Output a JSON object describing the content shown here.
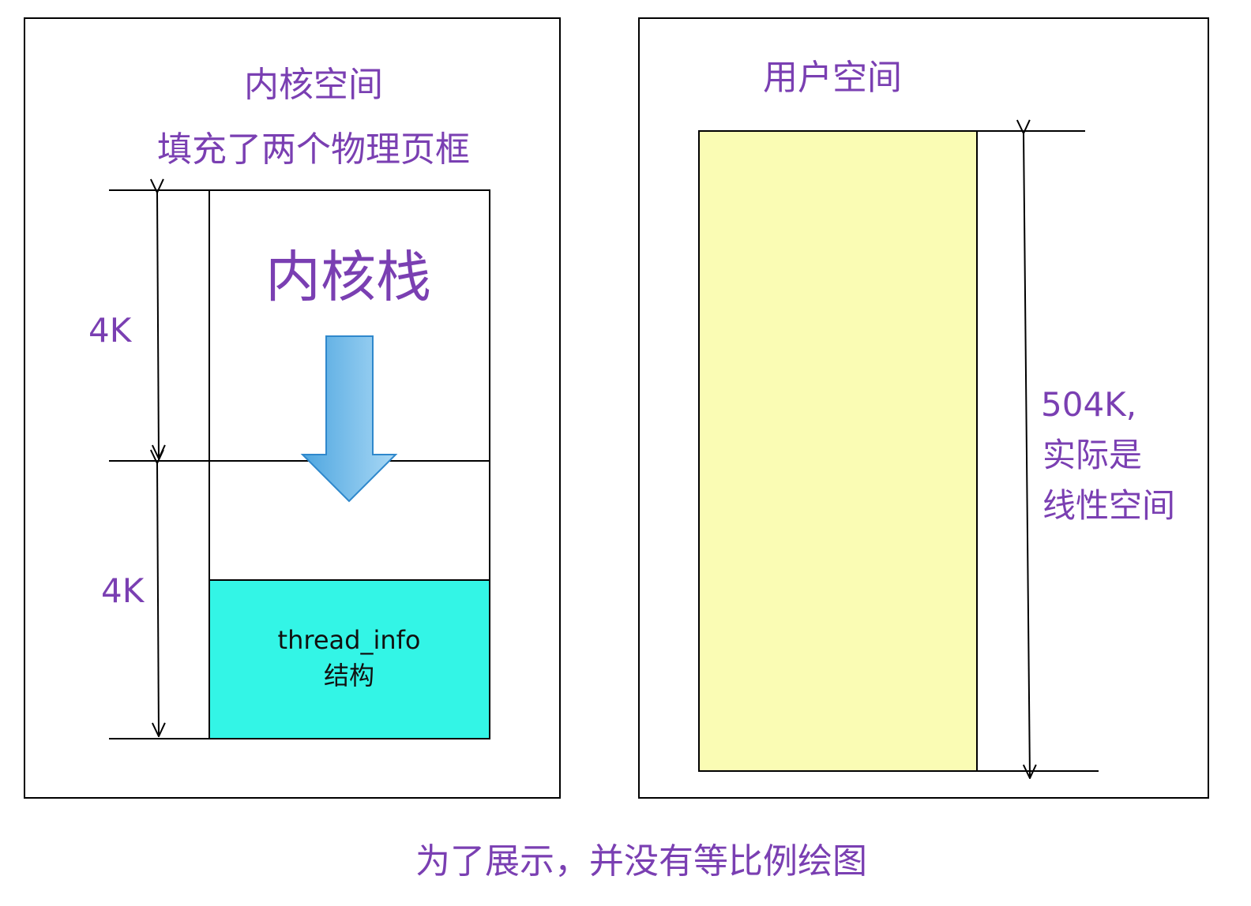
{
  "kernel": {
    "title": "内核空间",
    "subtitle": "填充了两个物理页框",
    "stack_label": "内核栈",
    "upper_size": "4K",
    "lower_size": "4K",
    "thread_info_line1": "thread_info",
    "thread_info_line2": "结构"
  },
  "user": {
    "title": "用户空间",
    "size_line1": "504K,",
    "size_line2": "实际是",
    "size_line3": "线性空间"
  },
  "footer": "为了展示，并没有等比例绘图",
  "colors": {
    "label_purple": "#7a3fb2",
    "thread_info_fill": "#33f5e6",
    "user_space_fill": "#fafcb4",
    "arrow_fill_light": "#a9d8f5",
    "arrow_fill_dark": "#4ea6e0",
    "arrow_stroke": "#2f88cc"
  }
}
